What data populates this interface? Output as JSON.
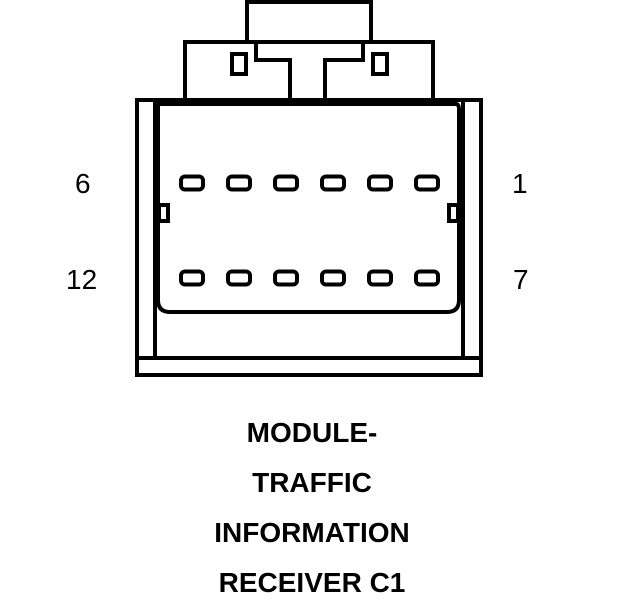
{
  "connector": {
    "pin_labels": {
      "top_left": "6",
      "top_right": "1",
      "bottom_left": "12",
      "bottom_right": "7"
    },
    "pins_per_row": 6,
    "rows": 2
  },
  "caption": {
    "lines": [
      "MODULE-",
      "TRAFFIC",
      "INFORMATION",
      "RECEIVER C1"
    ]
  },
  "colors": {
    "stroke": "#000000",
    "background": "#ffffff"
  }
}
